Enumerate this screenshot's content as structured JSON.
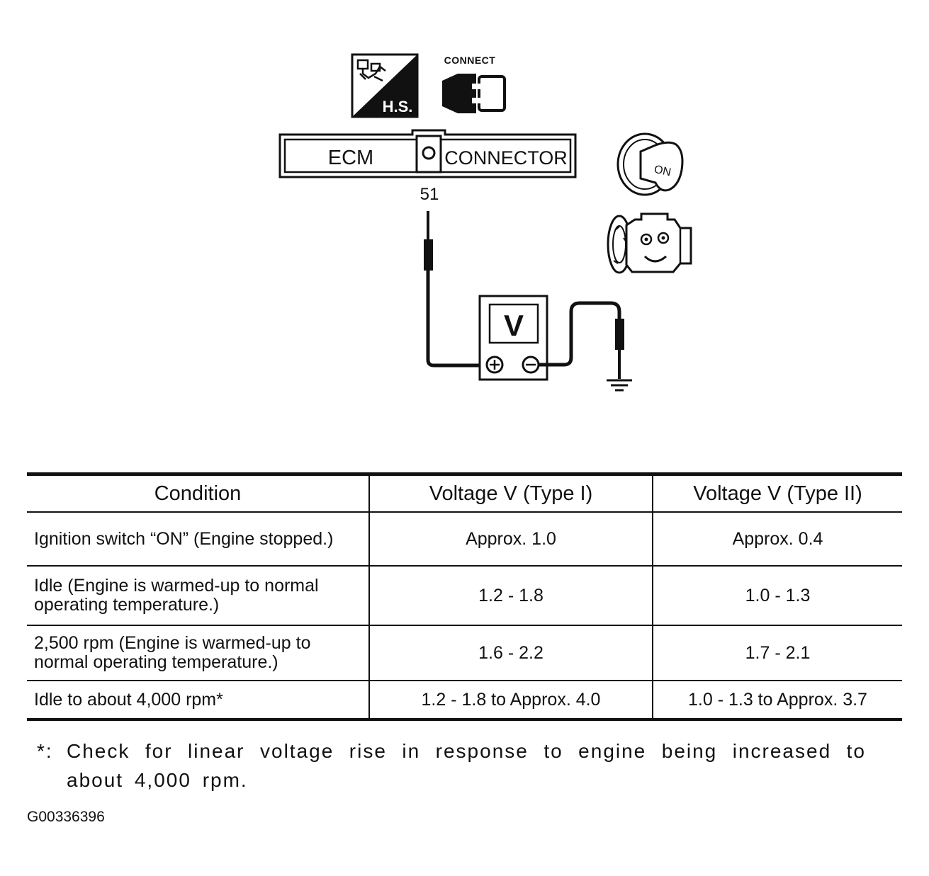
{
  "diagram": {
    "hs_badge": "H.S.",
    "connect_label": "CONNECT",
    "ecm_label": "ECM",
    "connector_label": "CONNECTOR",
    "terminal_number": "51",
    "ignition_key_label": "ON",
    "meter_label": "V",
    "meter_plus": "+",
    "meter_minus": "−"
  },
  "table": {
    "headers": [
      "Condition",
      "Voltage V (Type I)",
      "Voltage V  (Type II)"
    ],
    "rows": [
      {
        "condition": "Ignition switch “ON” (Engine stopped.)",
        "type1": "Approx. 1.0",
        "type2": "Approx. 0.4"
      },
      {
        "condition": "Idle (Engine is warmed-up to normal operating temperature.)",
        "type1": "1.2 - 1.8",
        "type2": "1.0 - 1.3"
      },
      {
        "condition": "2,500 rpm (Engine is warmed-up to normal operating temperature.)",
        "type1": "1.6 - 2.2",
        "type2": "1.7 - 2.1"
      },
      {
        "condition": "Idle to about 4,000 rpm*",
        "type1": "1.2 - 1.8 to Approx. 4.0",
        "type2": "1.0 - 1.3 to Approx. 3.7"
      }
    ]
  },
  "footnote": {
    "mark": "*:",
    "text": "Check for linear voltage rise in response to engine being increased to about 4,000 rpm."
  },
  "figure_id": "G00336396"
}
